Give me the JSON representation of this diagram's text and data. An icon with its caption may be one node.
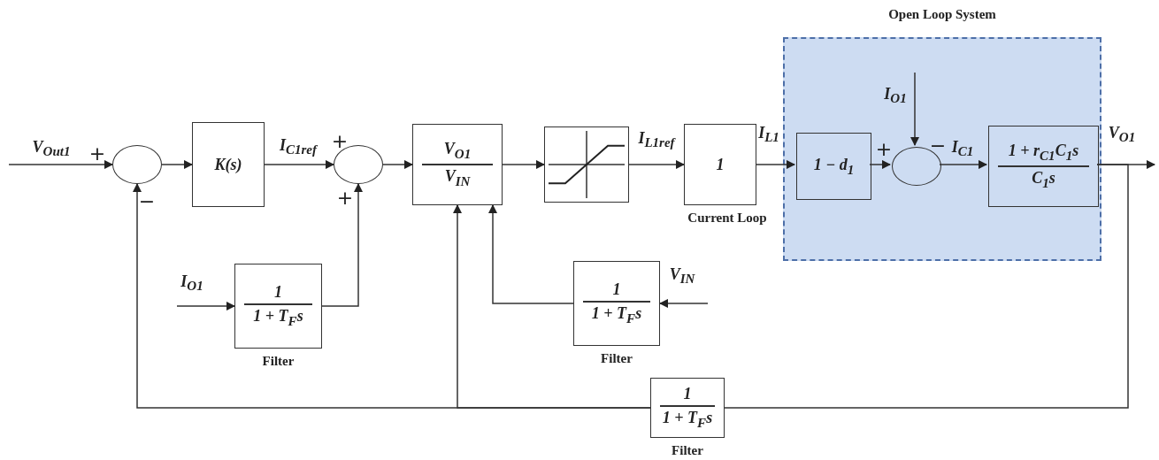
{
  "diagram": {
    "nodes": [
      {
        "text": [],
        "shape": "circle"
      },
      {
        "text": [
          "K(s)"
        ]
      },
      {
        "text": [],
        "shape": "circle"
      },
      {
        "text": [
          "V$_{O1}$",
          "V$_{IN}$"
        ]
      },
      {
        "text": [],
        "shape": "box"
      },
      {
        "text": [
          "1"
        ],
        "beside": [
          "Current Loop"
        ]
      },
      {
        "text": [
          "Open Loop System"
        ]
      },
      {
        "text": [
          "1 − d$_{1}$"
        ],
        "in": 6
      },
      {
        "text": [],
        "shape": "circle",
        "in": 6
      },
      {
        "text": [
          "1 + r$_{C1}$C$_{1}$s",
          "C$_{1}$s"
        ],
        "in": 6
      },
      {
        "text": [
          "1",
          "1 + T$_{F}$s"
        ],
        "beside": [
          "Filter"
        ]
      },
      {
        "text": [
          "1",
          "1 + T$_{F}$s"
        ],
        "beside": [
          "Filter"
        ]
      },
      {
        "text": [
          "1",
          "1 + T$_{F}$s"
        ],
        "beside": [
          "Filter"
        ]
      }
    ],
    "edges": [
      {
        "from": null,
        "to": 0,
        "arrow": "to",
        "label": "V$_{Out1}$"
      },
      {
        "from": 0,
        "to": 1,
        "arrow": "to"
      },
      {
        "from": 1,
        "to": 2,
        "arrow": "to",
        "label": "I$_{C1ref}$"
      },
      {
        "from": 2,
        "to": 3,
        "arrow": "to"
      },
      {
        "from": 3,
        "to": 4,
        "arrow": "to"
      },
      {
        "from": 4,
        "to": 5,
        "arrow": "to",
        "label": "I$_{L1ref}$"
      },
      {
        "from": 5,
        "to": 7,
        "arrow": "to",
        "label": "I$_{L1}$"
      },
      {
        "from": 7,
        "to": 8,
        "arrow": "to"
      },
      {
        "from": null,
        "to": 8,
        "arrow": "to",
        "label": "I$_{O1}$"
      },
      {
        "from": 8,
        "to": 9,
        "arrow": "to",
        "label": "I$_{C1}$"
      },
      {
        "from": 9,
        "to": null,
        "arrow": "to",
        "label": "V$_{O1}$"
      },
      {
        "from": null,
        "to": 10,
        "arrow": "to",
        "label": "I$_{O1}$"
      },
      {
        "from": 10,
        "to": 2,
        "arrow": "to"
      },
      {
        "from": null,
        "to": 11,
        "arrow": "to",
        "label": "V$_{IN}$"
      },
      {
        "from": 11,
        "to": 3,
        "arrow": "to"
      },
      {
        "from": 9,
        "to": 12,
        "arrow": "none"
      },
      {
        "from": 12,
        "to": 0,
        "arrow": "to"
      },
      {
        "from": 12,
        "to": 3,
        "arrow": "to"
      }
    ],
    "labels": [
      "+",
      "−",
      "+",
      "+",
      "+",
      "−"
    ]
  }
}
